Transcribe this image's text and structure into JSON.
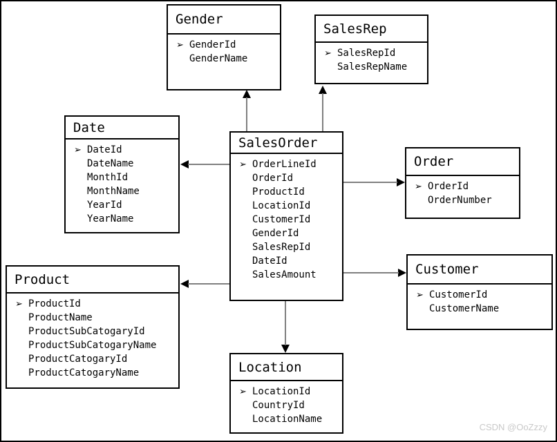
{
  "diagram": {
    "type": "entity-relationship",
    "primary_key_icon": "➢",
    "colors": {
      "background": "#ffffff",
      "box_border": "#000000",
      "text": "#000000",
      "connector_line": "#7f7f7f",
      "arrowhead": "#000000",
      "watermark": "#c9c9c9"
    },
    "tables": [
      {
        "title": "Gender",
        "primary_key": "GenderId",
        "fields": [
          "GenderId",
          "GenderName"
        ]
      },
      {
        "title": "SalesRep",
        "primary_key": "SalesRepId",
        "fields": [
          "SalesRepId",
          "SalesRepName"
        ]
      },
      {
        "title": "Date",
        "primary_key": "DateId",
        "fields": [
          "DateId",
          "DateName",
          "MonthId",
          "MonthName",
          "YearId",
          "YearName"
        ]
      },
      {
        "title": "SalesOrder",
        "primary_key": "OrderLineId",
        "fields": [
          "OrderLineId",
          "OrderId",
          "ProductId",
          "LocationId",
          "CustomerId",
          "GenderId",
          "SalesRepId",
          "DateId",
          "SalesAmount"
        ]
      },
      {
        "title": "Order",
        "primary_key": "OrderId",
        "fields": [
          "OrderId",
          "OrderNumber"
        ]
      },
      {
        "title": "Customer",
        "primary_key": "CustomerId",
        "fields": [
          "CustomerId",
          "CustomerName"
        ]
      },
      {
        "title": "Product",
        "primary_key": "ProductId",
        "fields": [
          "ProductId",
          "ProductName",
          "ProductSubCatogaryId",
          "ProductSubCatogaryName",
          "ProductCatogaryId",
          "ProductCatogaryName"
        ]
      },
      {
        "title": "Location",
        "primary_key": "LocationId",
        "fields": [
          "LocationId",
          "CountryId",
          "LocationName"
        ]
      }
    ],
    "relationships": [
      {
        "from": "SalesOrder",
        "to": "Gender"
      },
      {
        "from": "SalesOrder",
        "to": "SalesRep"
      },
      {
        "from": "SalesOrder",
        "to": "Date"
      },
      {
        "from": "SalesOrder",
        "to": "Order"
      },
      {
        "from": "SalesOrder",
        "to": "Customer"
      },
      {
        "from": "SalesOrder",
        "to": "Product"
      },
      {
        "from": "SalesOrder",
        "to": "Location"
      }
    ],
    "watermark": "CSDN @OoZzzy"
  }
}
